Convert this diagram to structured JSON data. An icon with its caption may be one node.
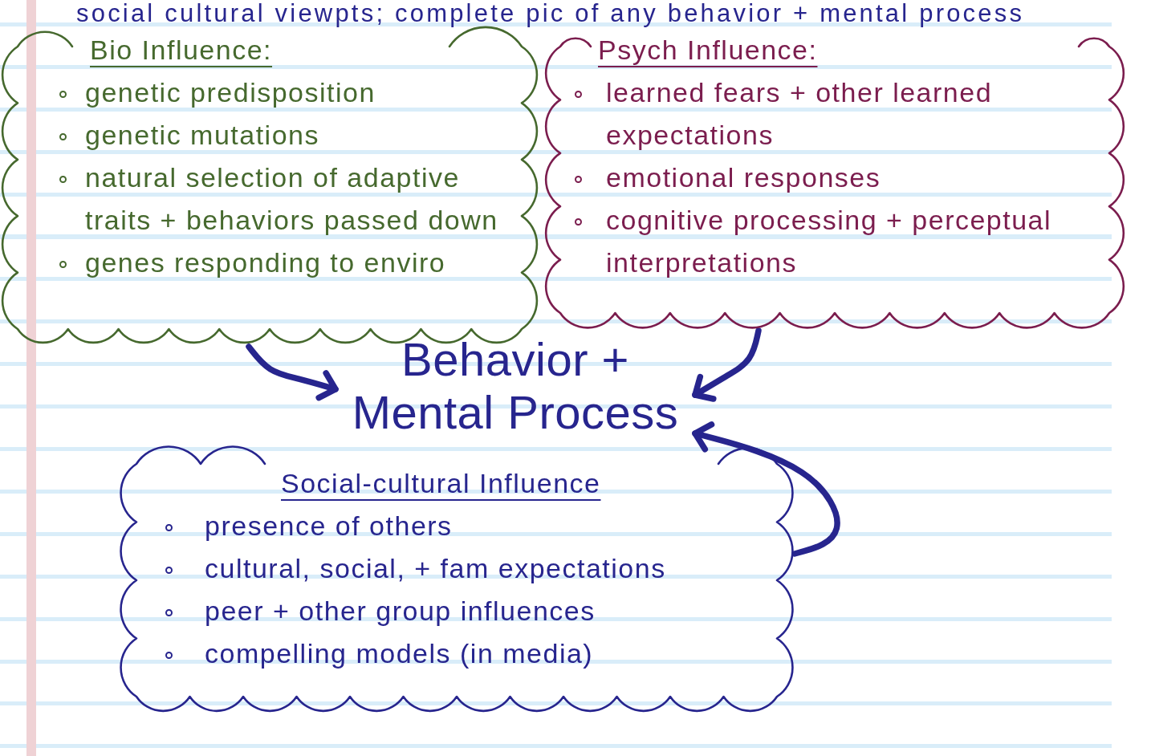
{
  "diagram": {
    "nodes": [
      {
        "text": [
          "Bio Influence:",
          "genetic predisposition",
          "genetic mutations",
          "natural selection of adaptive traits + behaviors passed down",
          "genes responding to enviro"
        ]
      },
      {
        "text": [
          "Psych Influence:",
          "learned fears + other learned expectations",
          "emotional responses",
          "cognitive processing + perceptual interpretations"
        ]
      },
      {
        "text": [
          "Behavior + Mental Process"
        ]
      },
      {
        "text": [
          "Social-cultural Influence",
          "presence of others",
          "cultural, social, + fam expectations",
          "peer + other group influences",
          "compelling models (in media)"
        ]
      }
    ],
    "edges": [
      {
        "from": 0,
        "to": 2,
        "arrow": "to"
      },
      {
        "from": 1,
        "to": 2,
        "arrow": "to"
      },
      {
        "from": 3,
        "to": 2,
        "arrow": "to"
      }
    ],
    "labels": [
      "social cultural viewpts; complete pic of any behavior + mental process"
    ]
  }
}
